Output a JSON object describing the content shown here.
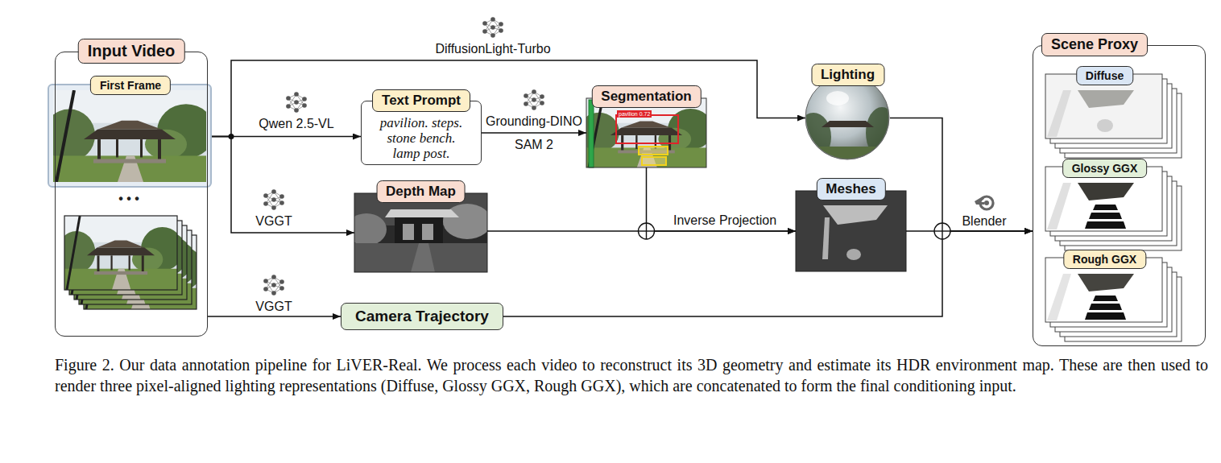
{
  "diagram": {
    "caption": "Figure 2. Our data annotation pipeline for LiVER-Real. We process each video to reconstruct its 3D geometry and estimate its HDR environment map. These are then used to render three pixel-aligned lighting representations (Diffuse, Glossy GGX, Rough GGX), which are concatenated to form the final conditioning input.",
    "nodes": [
      {
        "text": [
          "Input Video"
        ]
      },
      {
        "text": [
          "First Frame"
        ],
        "in": 0
      },
      {
        "text": [
          "Text Prompt",
          "pavilion. steps. stone bench. lamp post."
        ]
      },
      {
        "text": [
          "Segmentation"
        ]
      },
      {
        "text": [
          "Depth Map"
        ]
      },
      {
        "text": [
          "Lighting"
        ]
      },
      {
        "text": [
          "Meshes"
        ]
      },
      {
        "text": [
          "Camera Trajectory"
        ]
      },
      {
        "text": [
          "Scene Proxy"
        ]
      },
      {
        "text": [
          "Diffuse"
        ],
        "in": 8
      },
      {
        "text": [
          "Glossy GGX"
        ],
        "in": 8
      },
      {
        "text": [
          "Rough GGX"
        ],
        "in": 8
      }
    ],
    "edges": [
      {
        "from": 1,
        "to": 5,
        "arrow": "to",
        "label": "DiffusionLight-Turbo"
      },
      {
        "from": 1,
        "to": 2,
        "arrow": "to",
        "label": "Qwen 2.5-VL"
      },
      {
        "from": 1,
        "to": 4,
        "arrow": "to",
        "label": "VGGT"
      },
      {
        "from": 0,
        "to": 7,
        "arrow": "to",
        "label": "VGGT"
      },
      {
        "from": 2,
        "to": 3,
        "arrow": "to",
        "label": "Grounding-DINO"
      },
      {
        "from": 3,
        "to": 6,
        "arrow": "to"
      },
      {
        "from": 4,
        "to": 6,
        "arrow": "to",
        "label": "Inverse Projection"
      },
      {
        "from": 5,
        "to": 8,
        "arrow": "to"
      },
      {
        "from": 6,
        "to": 8,
        "arrow": "to",
        "label": "Blender"
      },
      {
        "from": 7,
        "to": 8,
        "arrow": "to"
      }
    ],
    "labels": [
      "• • •",
      "SAM 2",
      "pavilion 0.72"
    ]
  }
}
